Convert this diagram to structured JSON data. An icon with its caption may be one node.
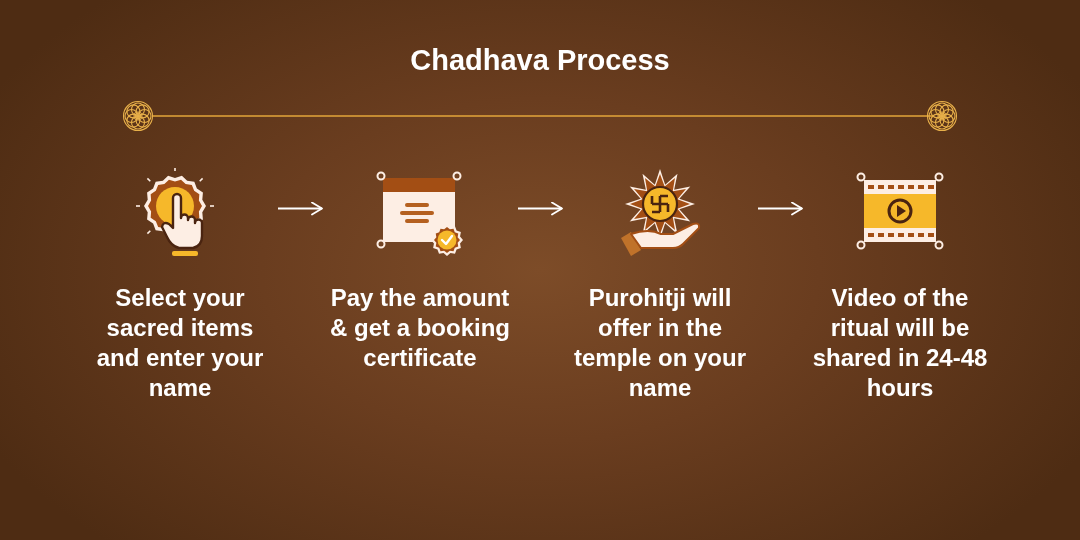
{
  "diagram": {
    "title": "Chadhava Process",
    "nodes": [
      {
        "text": [
          "Select your sacred items and enter your name"
        ]
      },
      {
        "text": [
          "Pay the amount & get a booking certificate"
        ]
      },
      {
        "text": [
          "Purohitji will offer in the temple on your name"
        ]
      },
      {
        "text": [
          "Video of the ritual will be shared in 24-48 hours"
        ]
      }
    ],
    "edges": [
      {
        "from": 0,
        "to": 1,
        "arrow": "to"
      },
      {
        "from": 1,
        "to": 2,
        "arrow": "to"
      },
      {
        "from": 2,
        "to": 3,
        "arrow": "to"
      }
    ]
  }
}
